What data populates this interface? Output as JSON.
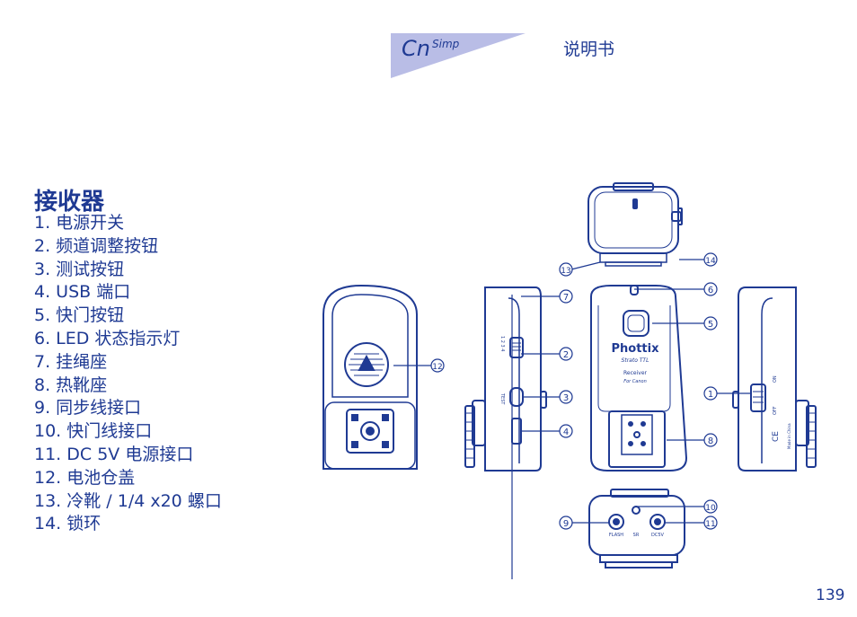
{
  "header": {
    "lang_code": "Cn",
    "lang_sub": "Simp",
    "manual_title": "说明书"
  },
  "section": {
    "title": "接收器",
    "items": [
      "1. 电源开关",
      "2. 频道调整按钮",
      "3. 测试按钮",
      "4. USB 端口",
      "5. 快门按钮",
      "6. LED 状态指示灯",
      "7. 挂绳座",
      "8. 热靴座",
      "9. 同步线接口",
      "10. 快门线接口",
      "11. DC 5V 电源接口",
      "12. 电池仓盖",
      "13. 冷靴 / 1/4 x20 螺口",
      "14. 锁环"
    ]
  },
  "diagram": {
    "brand": "Phottix",
    "model": "Strato TTL",
    "device": "Receiver",
    "variant": "For Canon",
    "port_flash": "FLASH",
    "port_sr": "SR",
    "port_dc": "DC5V",
    "switch_on": "ON",
    "switch_off": "OFF",
    "test_label": "TEST",
    "channels": "1 2 3 4",
    "ce_mark": "CE",
    "made_in": "Made in China",
    "callouts": [
      "1",
      "2",
      "3",
      "4",
      "5",
      "6",
      "7",
      "8",
      "9",
      "10",
      "11",
      "12",
      "13",
      "14"
    ]
  },
  "page": {
    "number": "139"
  },
  "colors": {
    "text": "#1f3a93",
    "tab": "#b9bde6"
  }
}
